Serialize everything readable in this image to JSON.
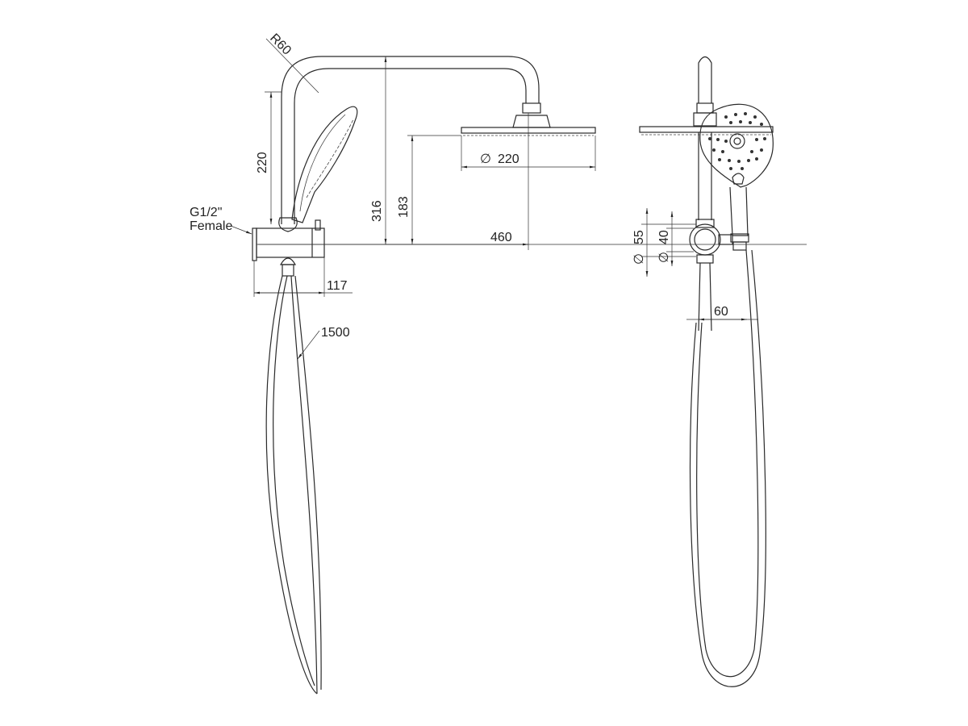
{
  "drawing": {
    "side_view": {
      "radius_label": "R60",
      "hand_shower_height": "220",
      "inlet_label_line1": "G1/2\"",
      "inlet_label_line2": "Female",
      "overall_height": "316",
      "head_height": "183",
      "arm_reach": "460",
      "head_diameter_symbol": "∅",
      "head_diameter": "220",
      "body_depth": "117",
      "hose_length": "1500"
    },
    "front_view": {
      "outer_diameter_symbol": "∅",
      "outer_diameter": "55",
      "inner_diameter_symbol": "∅",
      "inner_diameter": "40",
      "hand_offset": "60"
    }
  }
}
